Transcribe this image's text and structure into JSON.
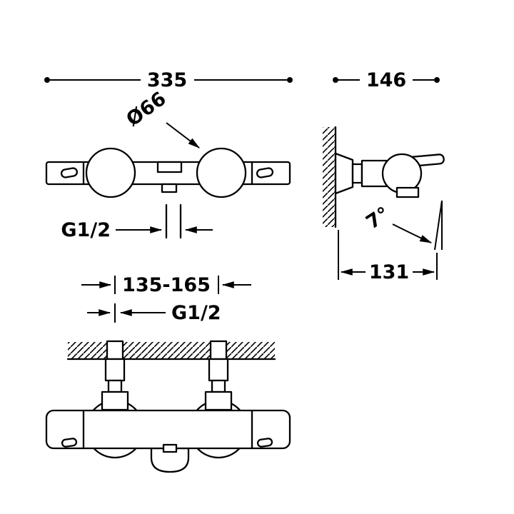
{
  "title": "Thermostatic bath-shower mixer dimensional drawing",
  "colors": {
    "line": "#000000",
    "background": "#ffffff"
  },
  "views": {
    "front": {
      "width": "335",
      "knob_diameter": "Ø66",
      "outlet_thread": "G1/2"
    },
    "side": {
      "depth": "146",
      "angle": "7°",
      "projection": "131"
    },
    "installation": {
      "inlet_spacing": "135-165",
      "inlet_thread": "G1/2"
    }
  }
}
